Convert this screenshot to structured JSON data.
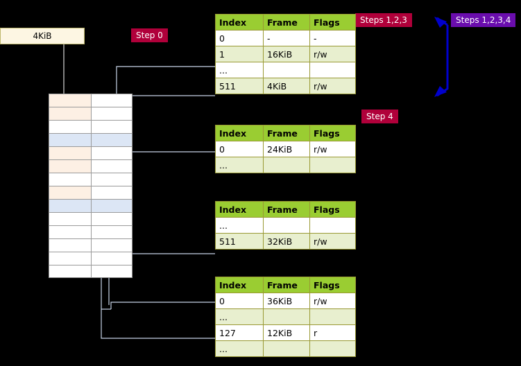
{
  "memory_block": {
    "label": "4KiB"
  },
  "steps": [
    {
      "id": "step-0",
      "label": "Step 0"
    },
    {
      "id": "step-123",
      "label": "Steps 1,2,3"
    },
    {
      "id": "step-1234",
      "label": "Steps 1,2,3,4"
    },
    {
      "id": "step-4",
      "label": "Step 4"
    }
  ],
  "colors": {
    "step_red": "#b0003a",
    "step_purple": "#6a0dad",
    "table_header": "#9acd32",
    "table_alt_row": "#e8efcf",
    "block_fill": "#fdf6e3",
    "arrow_blue": "#0000cc",
    "background": "#000000"
  },
  "tables": [
    {
      "name": "page-table-1",
      "headers": [
        "Index",
        "Frame",
        "Flags"
      ],
      "rows": [
        {
          "index": "0",
          "frame": "-",
          "flags": "-"
        },
        {
          "index": "1",
          "frame": "16KiB",
          "flags": "r/w"
        },
        {
          "index": "...",
          "frame": "",
          "flags": ""
        },
        {
          "index": "511",
          "frame": "4KiB",
          "flags": "r/w"
        }
      ]
    },
    {
      "name": "page-table-2",
      "headers": [
        "Index",
        "Frame",
        "Flags"
      ],
      "rows": [
        {
          "index": "0",
          "frame": "24KiB",
          "flags": "r/w"
        },
        {
          "index": "...",
          "frame": "",
          "flags": ""
        }
      ]
    },
    {
      "name": "page-table-3",
      "headers": [
        "Index",
        "Frame",
        "Flags"
      ],
      "rows": [
        {
          "index": "...",
          "frame": "",
          "flags": ""
        },
        {
          "index": "511",
          "frame": "32KiB",
          "flags": "r/w"
        }
      ]
    },
    {
      "name": "page-table-4",
      "headers": [
        "Index",
        "Frame",
        "Flags"
      ],
      "rows": [
        {
          "index": "0",
          "frame": "36KiB",
          "flags": "r/w"
        },
        {
          "index": "...",
          "frame": "",
          "flags": ""
        },
        {
          "index": "127",
          "frame": "12KiB",
          "flags": "r"
        },
        {
          "index": "...",
          "frame": "",
          "flags": ""
        }
      ]
    }
  ],
  "memory_rows": [
    {
      "left": "#fdf0e4",
      "right": "#ffffff"
    },
    {
      "left": "#fdf0e4",
      "right": "#ffffff"
    },
    {
      "left": "#ffffff",
      "right": "#ffffff"
    },
    {
      "left": "#dce6f5",
      "right": "#dce6f5"
    },
    {
      "left": "#fdf0e4",
      "right": "#ffffff"
    },
    {
      "left": "#fdf0e4",
      "right": "#ffffff"
    },
    {
      "left": "#ffffff",
      "right": "#ffffff"
    },
    {
      "left": "#fdf0e4",
      "right": "#ffffff"
    },
    {
      "left": "#dce6f5",
      "right": "#dce6f5"
    },
    {
      "left": "#ffffff",
      "right": "#ffffff"
    },
    {
      "left": "#ffffff",
      "right": "#ffffff"
    },
    {
      "left": "#ffffff",
      "right": "#ffffff"
    },
    {
      "left": "#ffffff",
      "right": "#ffffff"
    },
    {
      "left": "#ffffff",
      "right": "#ffffff"
    }
  ]
}
